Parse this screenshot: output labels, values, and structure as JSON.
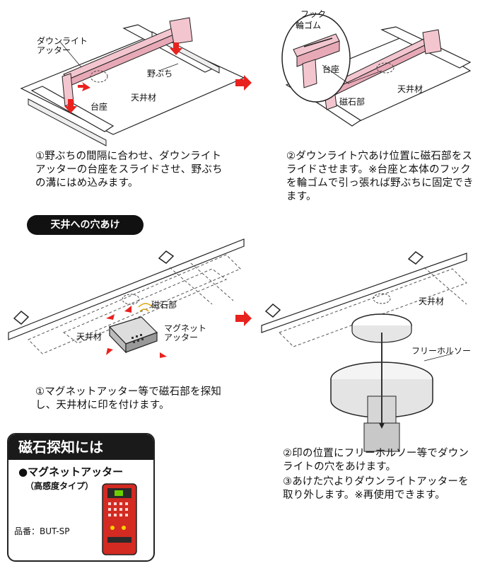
{
  "step1_top": {
    "labels": {
      "downlight_cutter": "ダウンライト\nアッター",
      "nobuchi": "野ぶち",
      "tenjozai": "天井材",
      "daiza": "台座"
    },
    "caption": "①野ぶちの間隔に合わせ、ダウンライトアッターの台座をスライドさせ、野ぶちの溝にはめ込みます。"
  },
  "step2_top": {
    "labels": {
      "hook": "フック",
      "wagomu": "輪ゴム",
      "daiza": "台座",
      "jishakubu": "磁石部",
      "tenjozai": "天井材"
    },
    "caption": "②ダウンライト穴あけ位置に磁石部をスライドさせます。※台座と本体のフックを輪ゴムで引っ張れば野ぶちに固定できます。"
  },
  "section_pill": "天井への穴あけ",
  "step1_bottom": {
    "labels": {
      "jishakubu": "磁石部",
      "tenjozai": "天井材",
      "magnet_cutter": "マグネット\nアッター"
    },
    "caption": "①マグネットアッター等で磁石部を探知し、天井材に印を付けます。"
  },
  "step2_bottom": {
    "labels": {
      "tenjozai": "天井材",
      "free_holesaw": "フリーホルソー"
    },
    "caption2": "②印の位置にフリーホルソー等でダウンライトの穴をあけます。",
    "caption3": "③あけた穴よりダウンライトアッターを取り外します。※再使用できます。"
  },
  "magnet_box": {
    "title": "磁石探知には",
    "product_name": "●マグネットアッター",
    "product_sub": "（高感度タイプ）",
    "product_number": "品番：BUT-SP"
  },
  "colors": {
    "accent_red": "#e8221e",
    "pink": "#f3c6cf",
    "dark": "#1a1a1a"
  }
}
